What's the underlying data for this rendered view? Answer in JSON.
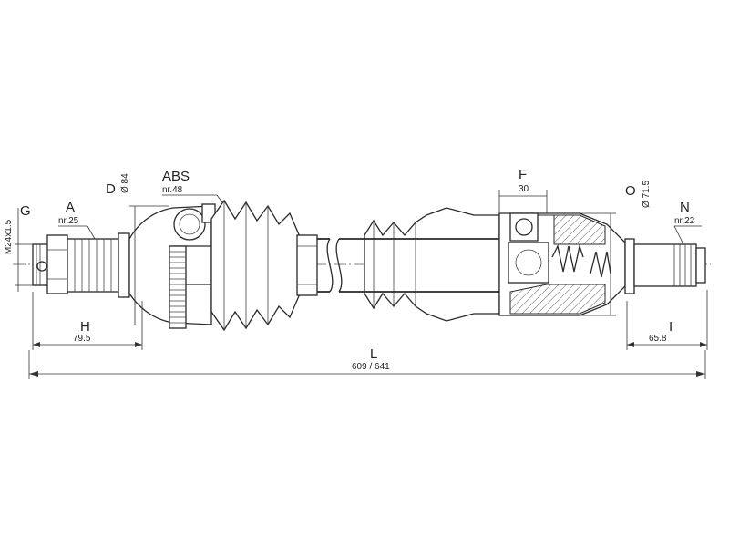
{
  "labels": {
    "g": "G",
    "m24": "M24x1.5",
    "a": "A",
    "a_nr": "nr.25",
    "d": "D",
    "d_val": "Ø 84",
    "abs": "ABS",
    "abs_nr": "nr.48",
    "f": "F",
    "f_val": "30",
    "o": "O",
    "o_val": "Ø 71.5",
    "n": "N",
    "n_nr": "nr.22",
    "h": "H",
    "h_val": "79.5",
    "i": "I",
    "i_val": "65.8",
    "l": "L",
    "l_val": "609 / 641"
  },
  "colors": {
    "line": "#2a2a2a",
    "hatch": "#555555",
    "background": "#ffffff"
  }
}
